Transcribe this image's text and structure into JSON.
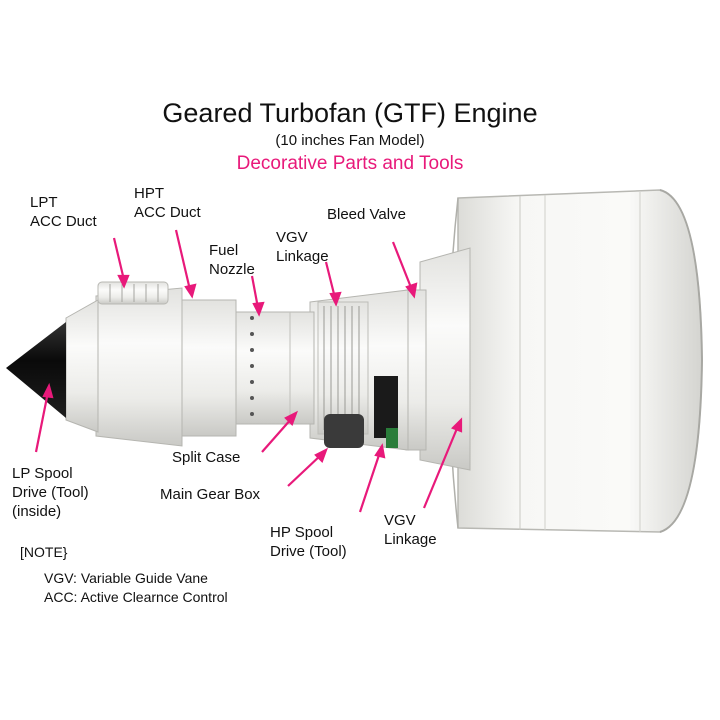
{
  "title": "Geared Turbofan (GTF) Engine",
  "subtitle": "(10 inches Fan Model)",
  "subtitle2": "Decorative Parts and Tools",
  "colors": {
    "accent": "#e8197a",
    "engine": "#f2f2f0",
    "cone": "#111111"
  },
  "labels": {
    "lpt_acc_duct": "LPT\nACC Duct",
    "hpt_acc_duct": "HPT\nACC Duct",
    "fuel_nozzle": "Fuel\nNozzle",
    "vgv_linkage_top": "VGV\nLinkage",
    "bleed_valve": "Bleed Valve",
    "lp_spool_drive": "LP Spool\nDrive (Tool)\n(inside)",
    "split_case": "Split Case",
    "main_gear_box": "Main Gear Box",
    "hp_spool_drive": "HP Spool\nDrive (Tool)",
    "vgv_linkage_bottom": "VGV\nLinkage"
  },
  "note": {
    "heading": "[NOTE}",
    "line1": "VGV: Variable Guide Vane",
    "line2": "ACC: Active Clearnce Control"
  }
}
